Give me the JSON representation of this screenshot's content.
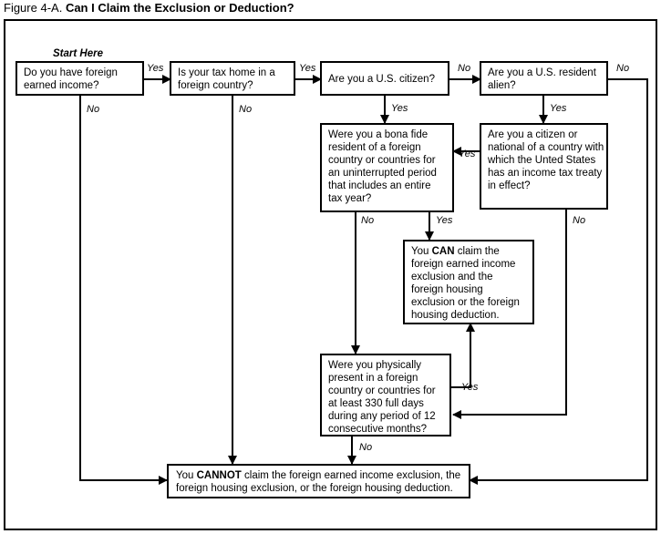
{
  "figure": {
    "number": "Figure 4-A.",
    "title": "Can I Claim the Exclusion or Deduction?"
  },
  "chart_data": {
    "type": "diagram",
    "diagram_kind": "flowchart",
    "title": "Can I Claim the Exclusion or Deduction?",
    "start_marker": "Start Here",
    "nodes": [
      {
        "id": "q1",
        "shape": "rectangle",
        "lines": [
          "Do you have foreign",
          "earned income?"
        ],
        "text": "Do you have foreign earned income?"
      },
      {
        "id": "q2",
        "shape": "rectangle",
        "lines": [
          "Is your tax home in a",
          "foreign country?"
        ],
        "text": "Is your tax home in a foreign country?"
      },
      {
        "id": "q3",
        "shape": "rectangle",
        "lines": [
          "Are you a U.S. citizen?"
        ],
        "text": "Are you a U.S. citizen?"
      },
      {
        "id": "q4",
        "shape": "rectangle",
        "lines": [
          "Are you a U.S. resident",
          "alien?"
        ],
        "text": "Are you a U.S. resident alien?"
      },
      {
        "id": "q5",
        "shape": "rectangle",
        "lines": [
          "Were you a bona fide",
          "resident of a foreign",
          "country or countries for",
          "an uninterrupted period",
          "that includes an entire",
          "tax year?"
        ],
        "text": "Were you a bona fide resident of a foreign country or countries for an uninterrupted period that includes an entire tax year?"
      },
      {
        "id": "q6",
        "shape": "rectangle",
        "lines": [
          "Are you a citizen or",
          "national of a country with",
          "which the Unted States",
          "has an income tax treaty",
          "in effect?"
        ],
        "text": "Are you a citizen or national of a country with which the Unted States has an income tax treaty in effect?"
      },
      {
        "id": "can",
        "shape": "rectangle",
        "lines": [
          "You CAN claim the",
          "foreign earned income",
          "exclusion and the",
          "foreign housing",
          "exclusion or the foreign",
          "housing deduction."
        ],
        "emphasis": "CAN",
        "text": "You CAN claim the foreign earned income exclusion and the foreign housing exclusion or the foreign housing deduction."
      },
      {
        "id": "q7",
        "shape": "rectangle",
        "lines": [
          "Were you physically",
          "present in a foreign",
          "country or countries for",
          "at least 330 full days",
          "during any period of 12",
          "consecutive months?"
        ],
        "text": "Were you physically present in a foreign country or countries for at least 330 full days during any period of 12 consecutive months?"
      },
      {
        "id": "cannot",
        "shape": "rectangle",
        "lines": [
          "You CANNOT claim the foreign earned income exclusion, the",
          "foreign housing exclusion, or the foreign housing deduction."
        ],
        "emphasis": "CANNOT",
        "text": "You CANNOT claim the foreign earned income exclusion, the foreign housing exclusion, or the foreign housing deduction."
      }
    ],
    "edges": [
      {
        "from": "q1",
        "to": "q2",
        "label": "Yes"
      },
      {
        "from": "q1",
        "to": "cannot",
        "label": "No"
      },
      {
        "from": "q2",
        "to": "q3",
        "label": "Yes"
      },
      {
        "from": "q2",
        "to": "cannot",
        "label": "No"
      },
      {
        "from": "q3",
        "to": "q4",
        "label": "No"
      },
      {
        "from": "q3",
        "to": "q5",
        "label": "Yes"
      },
      {
        "from": "q4",
        "to": "q6",
        "label": "Yes"
      },
      {
        "from": "q4",
        "to": "cannot",
        "label": "No"
      },
      {
        "from": "q5",
        "to": "q7",
        "label": "No"
      },
      {
        "from": "q5",
        "to": "can",
        "label": "Yes"
      },
      {
        "from": "q6",
        "to": "q5",
        "label": "Yes"
      },
      {
        "from": "q6",
        "to": "q7",
        "label": "No"
      },
      {
        "from": "q7",
        "to": "can",
        "label": "Yes"
      },
      {
        "from": "q7",
        "to": "cannot",
        "label": "No"
      }
    ],
    "edge_labels": {
      "q1_yes": "Yes",
      "q1_no": "No",
      "q2_yes": "Yes",
      "q2_no": "No",
      "q3_no": "No",
      "q3_yes": "Yes",
      "q4_no": "No",
      "q4_yes": "Yes",
      "q5_no": "No",
      "q5_yes": "Yes",
      "q6_yes": "Yes",
      "q6_no": "No",
      "q7_yes": "Yes",
      "q7_no": "No"
    },
    "colors": {
      "stroke": "#000000",
      "fill": "#ffffff",
      "text": "#000000"
    }
  }
}
